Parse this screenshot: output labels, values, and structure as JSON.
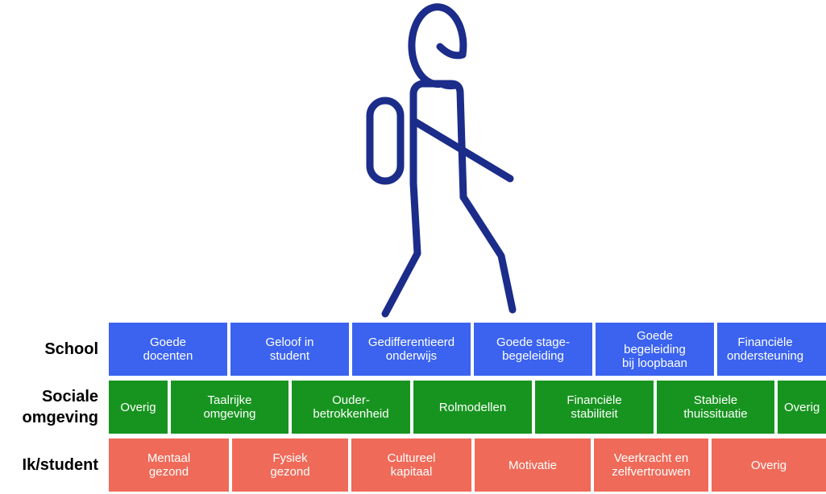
{
  "colors": {
    "figure": "#1b2c8a",
    "school": "#3b63f0",
    "social": "#17941f",
    "student": "#ef6a58",
    "label": "#000000"
  },
  "figure_icon": "walking-student-with-backpack-icon",
  "rows": {
    "school": {
      "label": "School",
      "cells": [
        "Goede\ndocenten",
        "Geloof in\nstudent",
        "Gedifferentieerd\nonderwijs",
        "Goede stage-\nbegeleiding",
        "Goede\nbegeleiding\nbij loopbaan",
        "Financiële\nondersteuning"
      ]
    },
    "social": {
      "label_line1": "Sociale",
      "label_line2": "omgeving",
      "cells": [
        "Overig",
        "Taalrijke\nomgeving",
        "Ouder-\nbetrokkenheid",
        "Rolmodellen",
        "Financiële\nstabiliteit",
        "Stabiele\nthuissituatie",
        "Overig"
      ]
    },
    "student": {
      "label": "Ik/student",
      "cells": [
        "Mentaal\ngezond",
        "Fysiek\ngezond",
        "Cultureel\nkapitaal",
        "Motivatie",
        "Veerkracht en\nzelfvertrouwen",
        "Overig"
      ]
    }
  }
}
